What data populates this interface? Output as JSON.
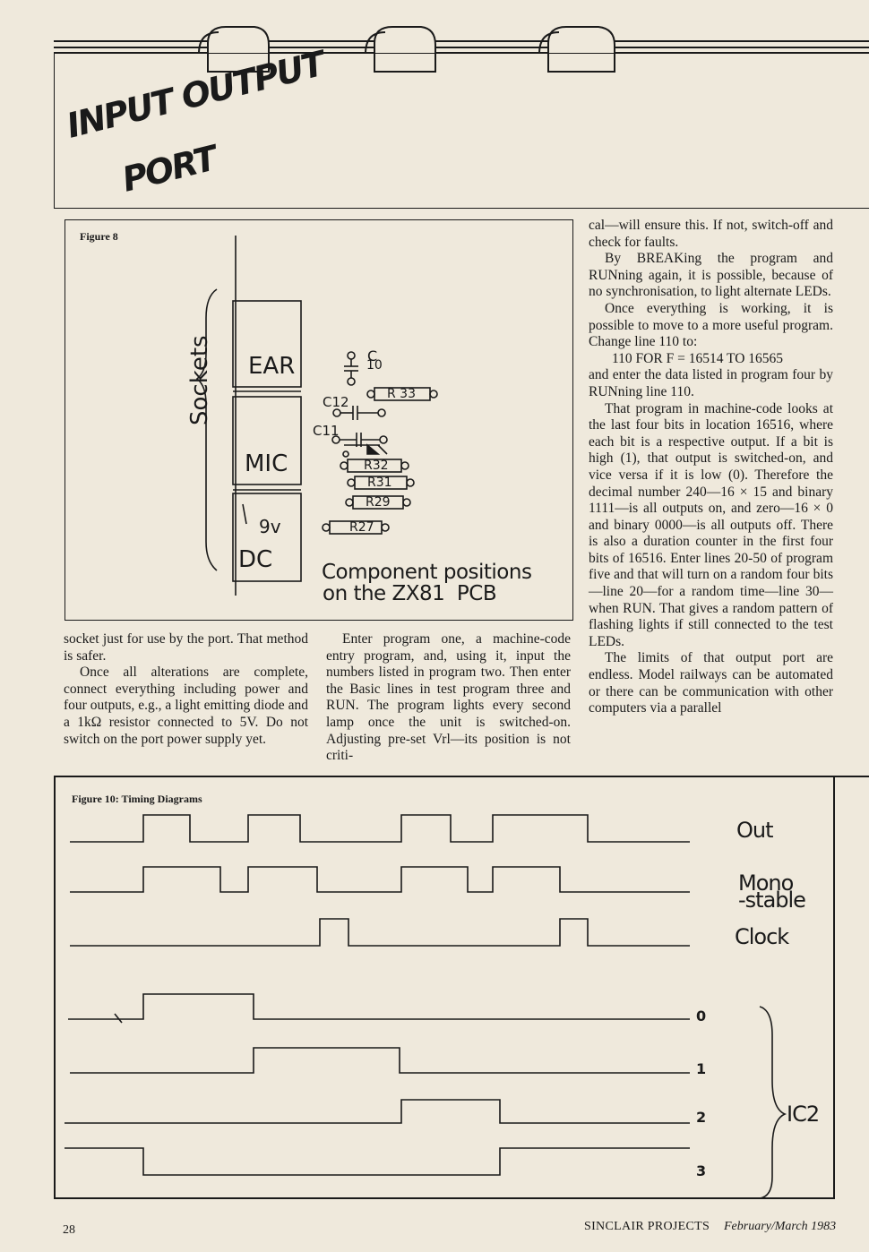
{
  "header": {
    "title_line1": "INPUT OUTPUT",
    "title_line2": "PORT"
  },
  "figure8": {
    "label": "Figure 8",
    "sockets_label": "Sockets",
    "sockets": [
      "EAR",
      "MIC",
      "9v",
      "DC"
    ],
    "component_c10": "C",
    "component_c10_num": "10",
    "c12": "C12",
    "c11": "C11",
    "resistors": [
      "R 33",
      "R32",
      "R31",
      "R29",
      "R27"
    ],
    "caption_line1": "Component positions",
    "caption_line2": "on the ZX81  PCB"
  },
  "article": {
    "col1": [
      {
        "text": "socket just for use by the port. That method is safer.",
        "indent": false
      },
      {
        "text": "Once all alterations are complete, connect everything including power and four outputs, e.g., a light emitting diode and a 1kΩ resistor connected to 5V. Do not switch on the port power supply yet.",
        "indent": true
      }
    ],
    "col2": [
      {
        "text": "Enter program one, a machine-code entry program, and, using it, input the numbers listed in program two. Then enter the Basic lines in test program three and RUN. The program lights every second lamp once the unit is switched-on. Adjusting pre-set Vrl—its position is not criti-",
        "indent": true
      }
    ],
    "col3": [
      {
        "text": "cal—will ensure this. If not, switch-off and check for faults.",
        "indent": false
      },
      {
        "text": "By BREAKing the program and RUNning again, it is possible, because of no synchronisation, to light alternate LEDs.",
        "indent": true
      },
      {
        "text": "Once everything is working, it is possible to move to a more useful program. Change line 110 to:",
        "indent": true
      },
      {
        "text": "110 FOR F = 16514 TO 16565",
        "indent": "code"
      },
      {
        "text": "and enter the data listed in program four by RUNning line 110.",
        "indent": false
      },
      {
        "text": "That program in machine-code looks at the last four bits in location 16516, where each bit is a respective output. If a bit is high (1), that output is switched-on, and vice versa if it is low (0). Therefore the decimal number 240—16 × 15 and binary 1111—is all outputs on, and zero—16 × 0 and binary 0000—is all outputs off. There is also a duration counter in the first four bits of 16516. Enter lines 20-50 of program five and that will turn on a random four bits—line 20—for a random time—line 30—when RUN. That gives a random pattern of flashing lights if still connected to the test LEDs.",
        "indent": true
      },
      {
        "text": "The limits of that output port are endless. Model railways can be automated or there can be communication with other computers via a parallel",
        "indent": true
      }
    ]
  },
  "figure10": {
    "label": "Figure 10: Timing Diagrams",
    "signals": [
      "Out",
      "Mono",
      "-stable",
      "Clock"
    ],
    "ic_outputs": [
      "0",
      "1",
      "2",
      "3"
    ],
    "ic_label": "IC2"
  },
  "footer": {
    "page_number": "28",
    "publication": "SINCLAIR PROJECTS",
    "issue": "February/March 1983"
  }
}
